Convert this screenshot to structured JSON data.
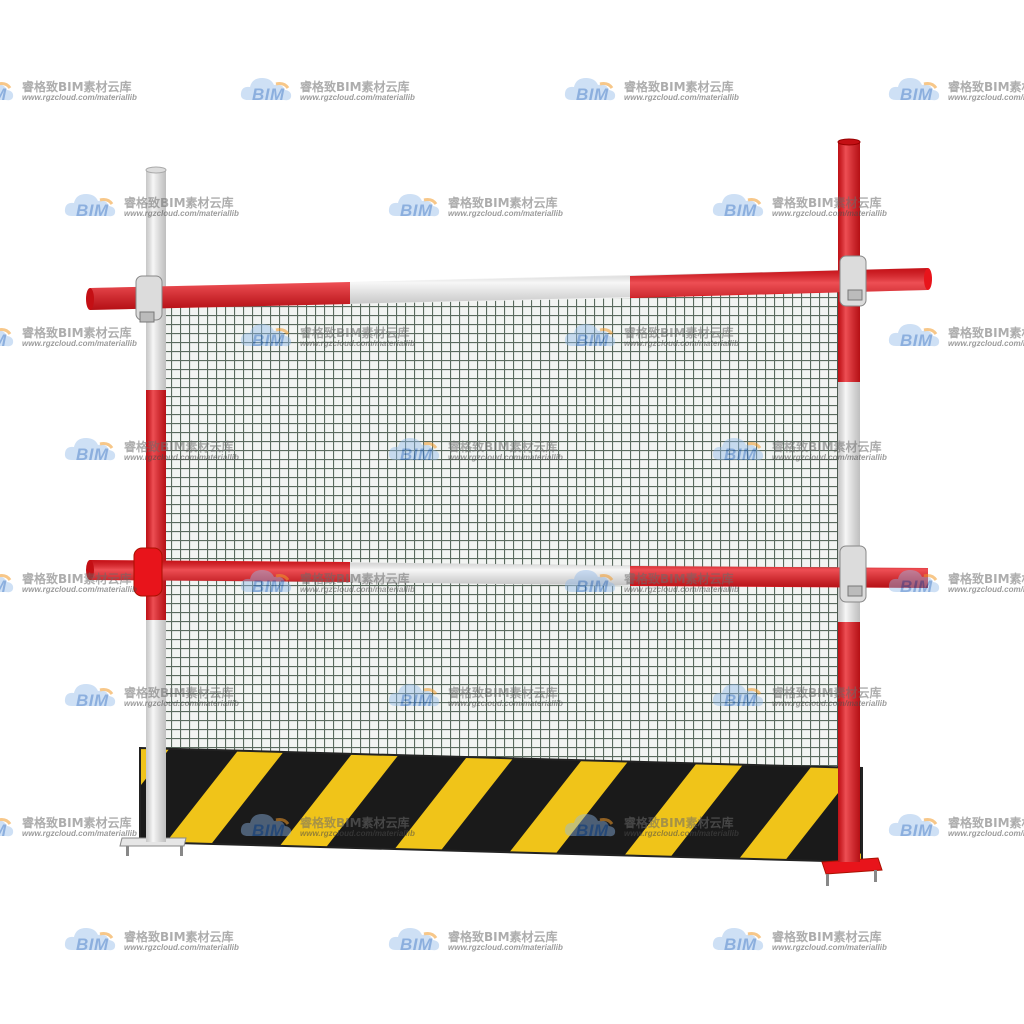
{
  "image": {
    "subject": "construction-safety-railing-with-mesh-panel",
    "colors": {
      "pipe_red": "#e8141b",
      "pipe_white": "#f4f4f4",
      "mesh": "#5a6a5e",
      "hazard_yellow": "#f0c419",
      "hazard_black": "#1a1a1a",
      "clamp": "#dcdcdc"
    }
  },
  "watermark": {
    "logo_text": "BIM",
    "title": "睿格致BIM素材云库",
    "url": "www.rgzcloud.com/materiallib",
    "icon": "cloud-logo-icon"
  }
}
